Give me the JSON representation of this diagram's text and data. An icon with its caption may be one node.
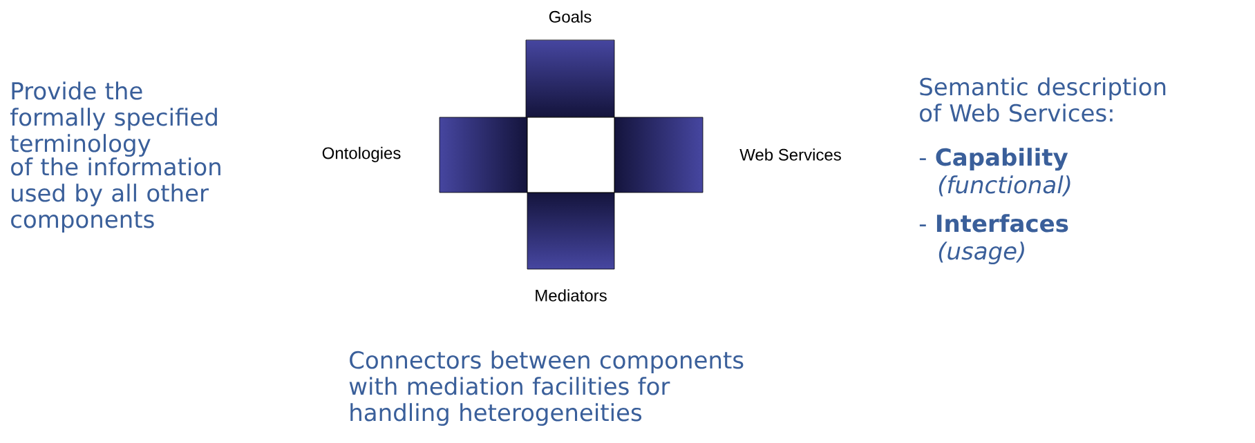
{
  "diagram": {
    "nodes": [
      {
        "text": [
          "Goals"
        ]
      },
      {
        "text": [
          "Ontologies"
        ]
      },
      {
        "text": [
          "Web Services"
        ]
      },
      {
        "text": [
          "Mediators"
        ]
      },
      {
        "text": [],
        "shape": "box"
      }
    ],
    "labels": [
      "Provide the formally specified terminology",
      "of the information used by all other components",
      "Semantic description of Web Services:",
      "- **Capability**",
      "(functional)",
      "- **Interfaces**",
      "(usage)",
      "Connectors between components with mediation facilities for handling heterogeneities"
    ]
  }
}
